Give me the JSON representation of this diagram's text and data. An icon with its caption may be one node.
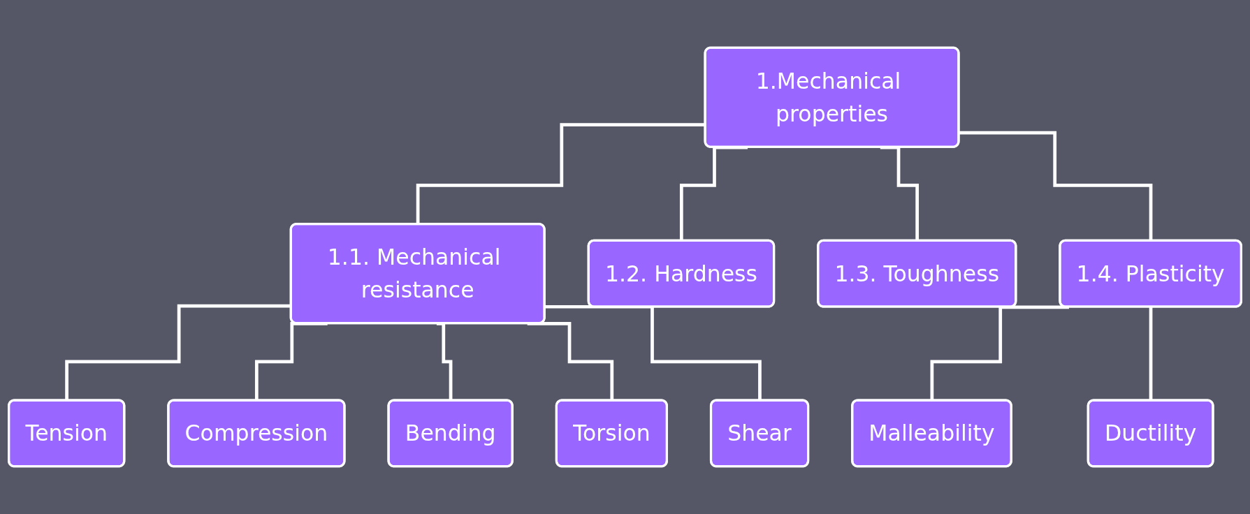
{
  "diagram": {
    "nodes": [
      {
        "text": [
          "1.Mechanical properties"
        ]
      },
      {
        "text": [
          "1.1. Mechanical resistance"
        ]
      },
      {
        "text": [
          "1.2. Hardness"
        ]
      },
      {
        "text": [
          "1.3. Toughness"
        ]
      },
      {
        "text": [
          "1.4. Plasticity"
        ]
      },
      {
        "text": [
          "Compression"
        ]
      },
      {
        "text": [
          "Shear"
        ]
      },
      {
        "text": [
          "Malleability"
        ]
      },
      {
        "text": [
          "Ductility"
        ]
      },
      {
        "text": [
          "Tension"
        ]
      },
      {
        "text": [
          "Bending"
        ]
      },
      {
        "text": [
          "Torsion"
        ]
      }
    ],
    "edges": [
      {
        "from": 0,
        "to": 1,
        "arrow": "none"
      },
      {
        "from": 0,
        "to": 2,
        "arrow": "none"
      },
      {
        "from": 0,
        "to": 3,
        "arrow": "none"
      },
      {
        "from": 0,
        "to": 4,
        "arrow": "none"
      },
      {
        "from": 1,
        "to": 9,
        "arrow": "none"
      },
      {
        "from": 1,
        "to": 5,
        "arrow": "none"
      },
      {
        "from": 1,
        "to": 10,
        "arrow": "none"
      },
      {
        "from": 1,
        "to": 11,
        "arrow": "none"
      },
      {
        "from": 1,
        "to": 6,
        "arrow": "none"
      },
      {
        "from": 4,
        "to": 7,
        "arrow": "none"
      },
      {
        "from": 4,
        "to": 8,
        "arrow": "none"
      }
    ]
  }
}
